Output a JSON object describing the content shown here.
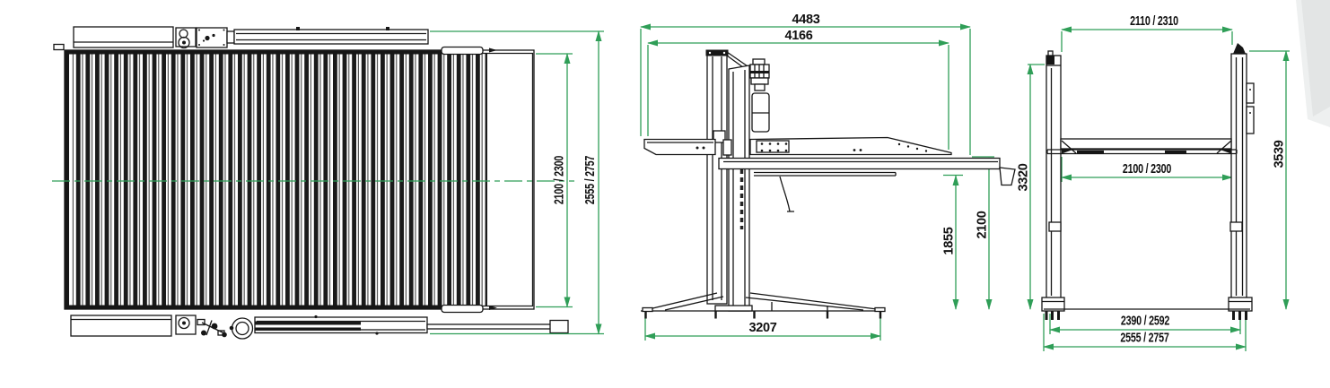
{
  "page": {
    "background": "#ffffff"
  },
  "drawing": {
    "type": "technical-drawing",
    "subject": "two-post parking lift dimensioned drawing (top, side and front views)",
    "dimension_color": "#2f9e57",
    "line_color": "#161616",
    "corner_decoration_colors": [
      "#eef0f0",
      "#e3e5e5"
    ],
    "views": {
      "top_view": {
        "name": "top view",
        "dimensions": {
          "platform_width": "2100 / 2300",
          "overall_width": "2555 / 2757"
        }
      },
      "side_view": {
        "name": "side view",
        "dimensions": {
          "overall_length": "4483",
          "platform_length": "4166",
          "underride_height": "1855",
          "clear_height": "2100",
          "base_length": "3207"
        }
      },
      "front_view": {
        "name": "front view",
        "dimensions": {
          "upper_width": "2110 / 2310",
          "platform_width": "2100 / 2300",
          "height_left": "3320",
          "height_right": "3539",
          "base_width_inner": "2390 / 2592",
          "base_width_outer": "2555 / 2757"
        }
      }
    }
  }
}
